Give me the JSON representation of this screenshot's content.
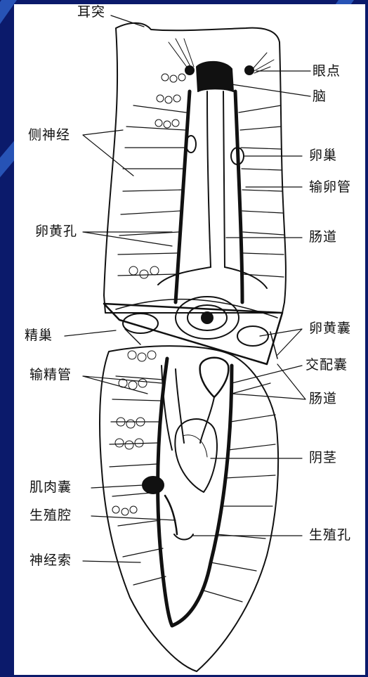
{
  "labels": {
    "ear": "耳突",
    "eyespot": "眼点",
    "brain": "脑",
    "lateral_nerve": "侧神经",
    "ovary": "卵巢",
    "oviduct": "输卵管",
    "yolk_pore": "卵黄孔",
    "intestine_top": "肠道",
    "yolk_gland": "卵黄囊",
    "testis": "精巢",
    "copulatory_sac": "交配囊",
    "vas_deferens": "输精管",
    "intestine_bottom": "肠道",
    "penis": "阴茎",
    "muscle_sac": "肌肉囊",
    "genital_atrium": "生殖腔",
    "genital_pore": "生殖孔",
    "nerve_cord": "神经索"
  },
  "colors": {
    "background": "#0b1a6b",
    "accent": "#2e62c9",
    "panel": "#ffffff",
    "ink": "#111111"
  }
}
